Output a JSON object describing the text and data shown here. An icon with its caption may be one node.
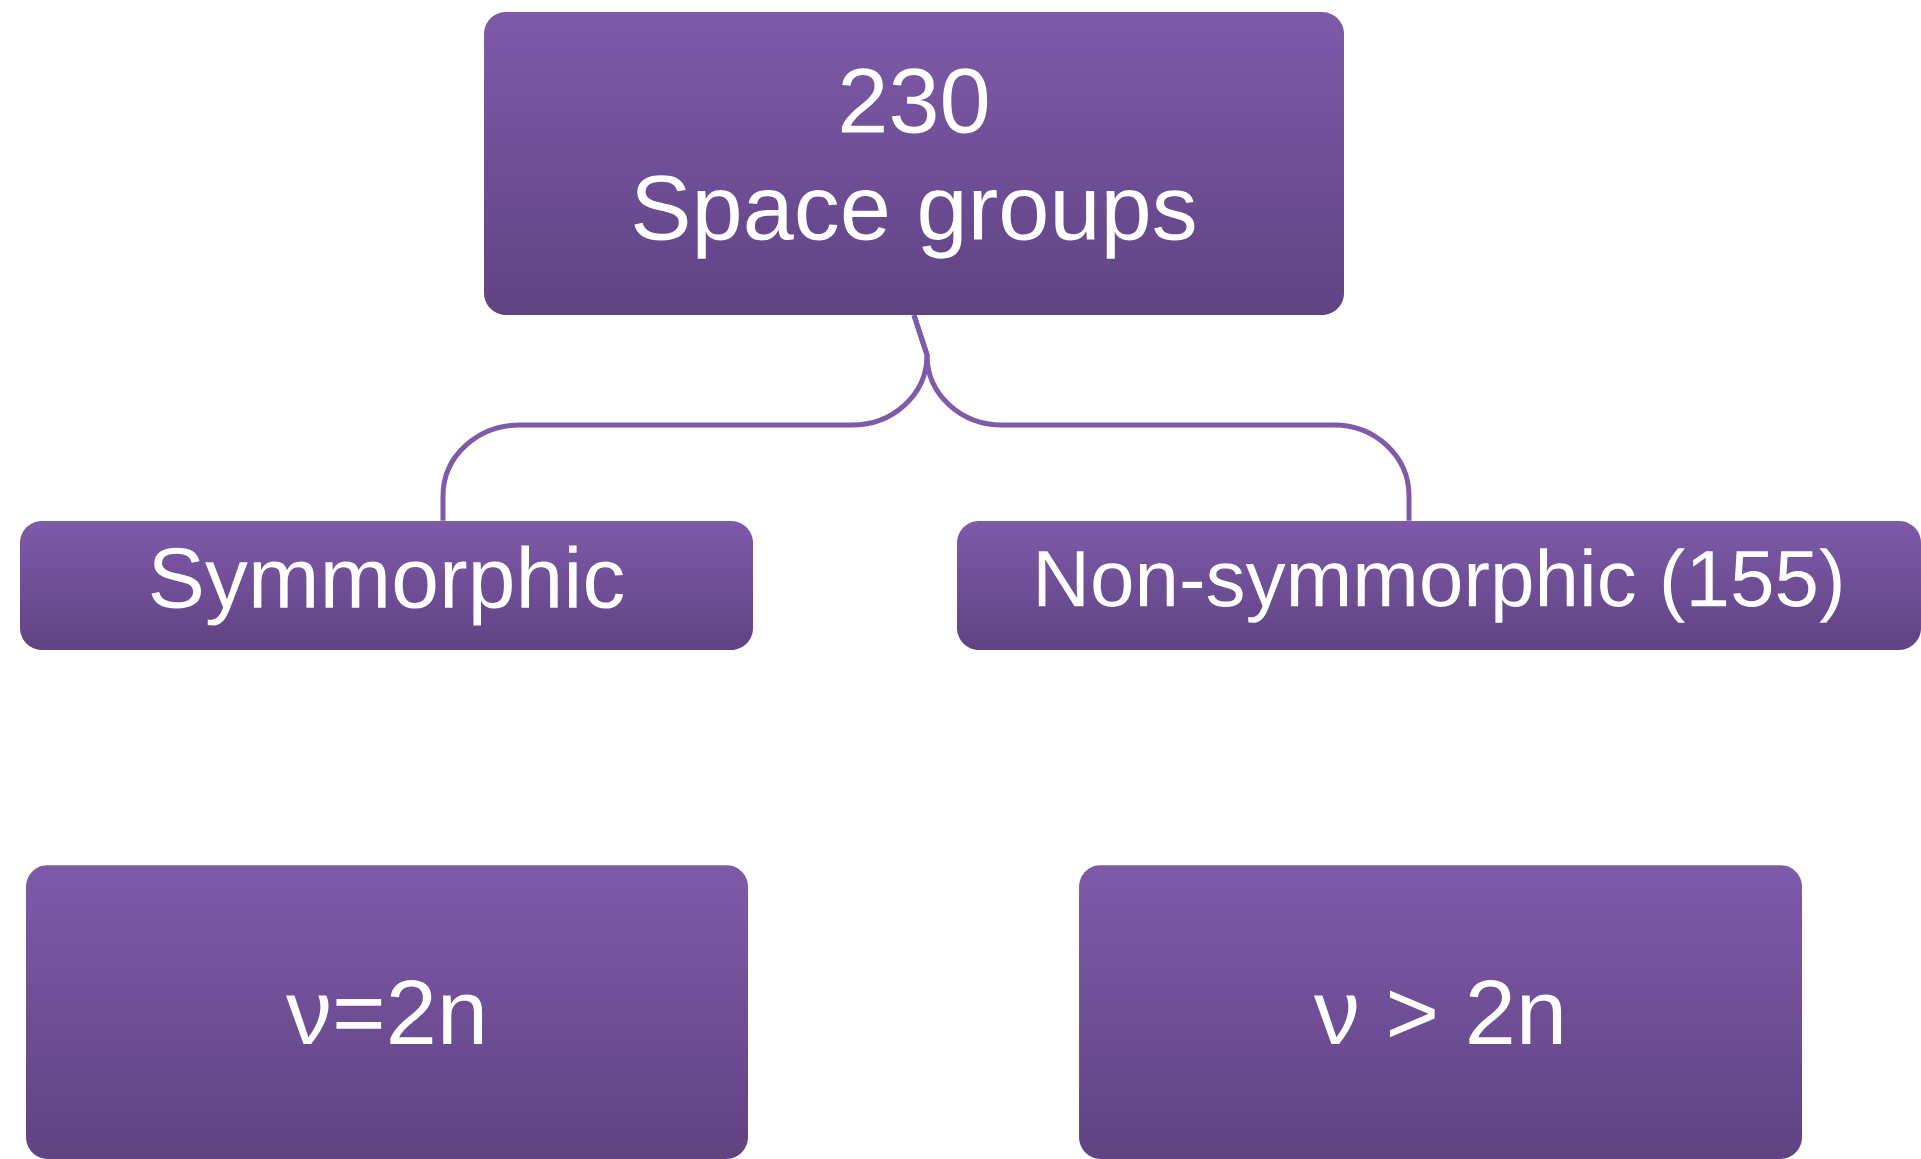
{
  "diagram": {
    "nodes": [
      {
        "text": [
          "230",
          "Space groups"
        ]
      },
      {
        "text": [
          "Symmorphic"
        ]
      },
      {
        "text": [
          "Non-symmorphic (155)"
        ]
      },
      {
        "text": [
          "ν=2n"
        ]
      },
      {
        "text": [
          "ν > 2n"
        ]
      }
    ],
    "edges": [
      {
        "from": 0,
        "to": 1,
        "arrow": "none"
      },
      {
        "from": 0,
        "to": 2,
        "arrow": "none"
      }
    ]
  }
}
